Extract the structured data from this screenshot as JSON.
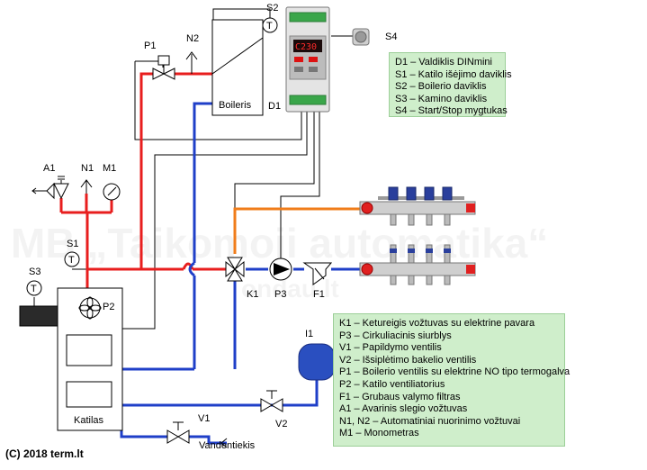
{
  "watermark": "MB „Taikomoji automatika“",
  "watermark_sub": "ondau.lt",
  "labels": {
    "S2": "S2",
    "S4": "S4",
    "P1": "P1",
    "N2": "N2",
    "D1": "D1",
    "boiler": "Boileris",
    "A1": "A1",
    "N1": "N1",
    "M1": "M1",
    "S1": "S1",
    "S3": "S3",
    "P2": "P2",
    "K1": "K1",
    "P3": "P3",
    "F1": "F1",
    "I1": "I1",
    "V1": "V1",
    "V2": "V2",
    "katilas": "Katilas",
    "vandentiekis": "Vandentiekis",
    "T": "T",
    "display": "C230"
  },
  "legend_top": [
    "D1 – Valdiklis DINmini",
    "S1 – Katilo išėjimo daviklis",
    "S2 – Boilerio daviklis",
    "S3 – Kamino daviklis",
    "S4 – Start/Stop mygtukas"
  ],
  "legend_bottom": [
    "K1 – Ketureigis vožtuvas su elektrine pavara",
    "P3 – Cirkuliacinis siurblys",
    "V1 – Papildymo ventilis",
    "V2 – Išsiplėtimo bakelio ventilis",
    "P1 – Boilerio ventilis su elektrine NO tipo termogalva",
    "P2 – Katilo ventiliatorius",
    "F1 – Grubaus valymo filtras",
    "A1 – Avarinis slegio vožtuvas",
    "N1, N2 – Automatiniai nuorinimo vožtuvai",
    "M1 – Monometras"
  ],
  "copyright": "(C) 2018 term.lt",
  "colors": {
    "supply": "#e81e1e",
    "return": "#1f3fc8",
    "orange": "#f07c1a",
    "legend_bg": "#cfeecb",
    "tank": "#2a4fc0"
  }
}
